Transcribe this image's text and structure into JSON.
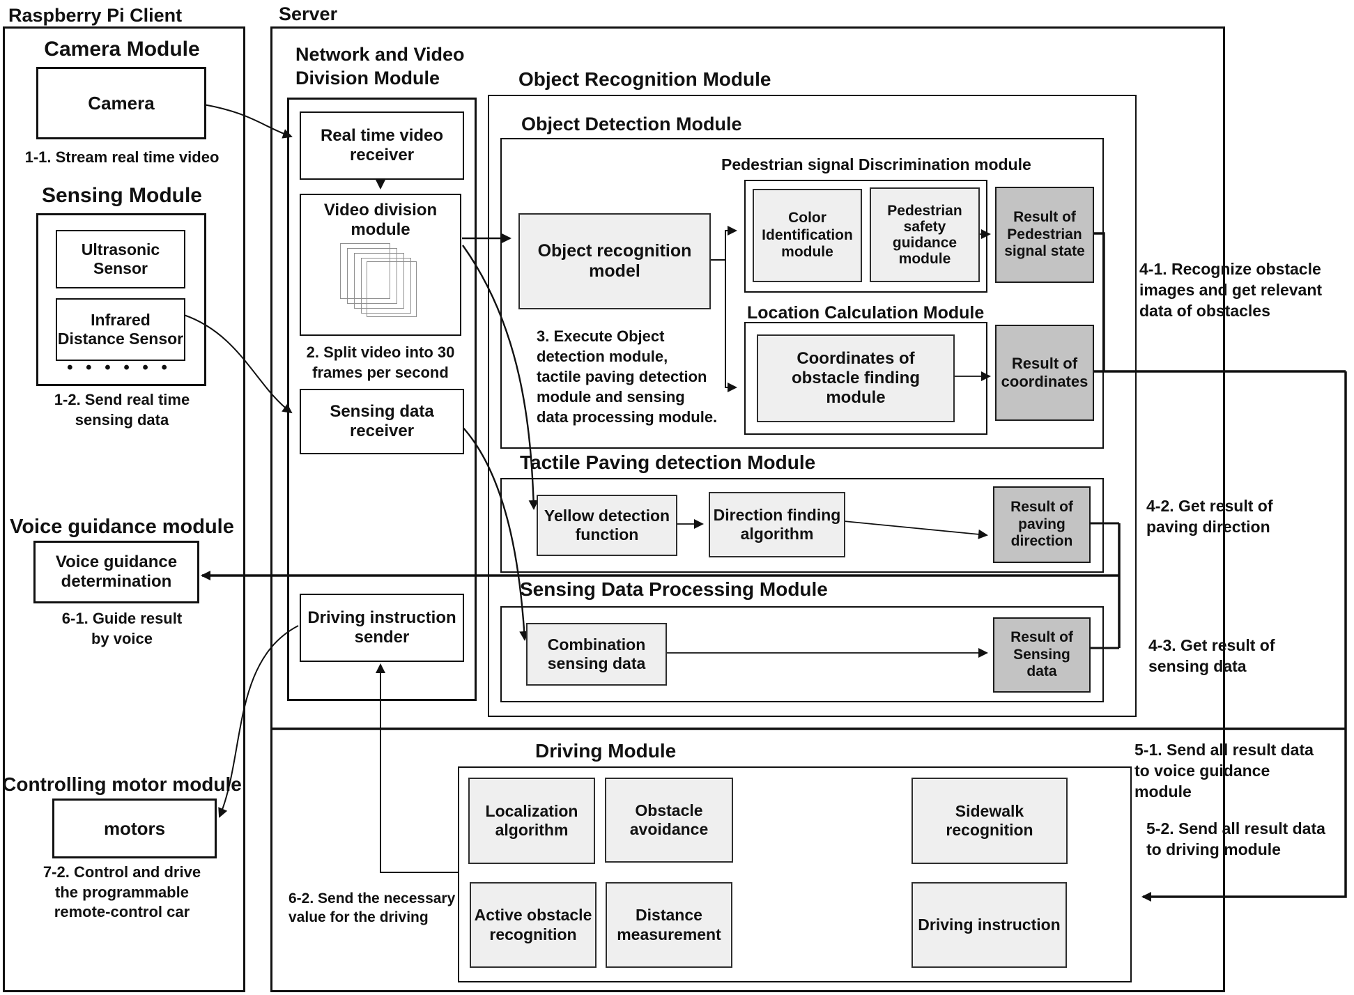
{
  "colors": {
    "line": "#111111",
    "process_fill": "#efefef",
    "result_fill": "#c3c3c3",
    "background": "#ffffff"
  },
  "client": {
    "title": "Raspberry Pi Client",
    "camera_module": {
      "heading": "Camera Module",
      "camera": "Camera",
      "note_1_1": "1-1. Stream real time video"
    },
    "sensing_module": {
      "heading": "Sensing Module",
      "ultrasonic": "Ultrasonic\nSensor",
      "infrared": "Infrared\nDistance Sensor",
      "ellipsis": "• • • • • •",
      "note_1_2": "1-2. Send real time\nsensing data"
    },
    "voice_module": {
      "heading": "Voice guidance module",
      "box": "Voice guidance\ndetermination",
      "note_6_1": "6-1. Guide result\nby voice"
    },
    "motor_module": {
      "heading": "Controlling motor module",
      "box": "motors",
      "note_7_2": "7-2. Control and drive\nthe programmable\nremote-control car"
    }
  },
  "server": {
    "title": "Server",
    "network_video_division": {
      "heading": "Network and Video\nDivision Module",
      "real_time_video_receiver": "Real time video\nreceiver",
      "video_division_module": "Video division\nmodule",
      "note_2": "2. Split video into 30\nframes per second",
      "sensing_data_receiver": "Sensing data\nreceiver",
      "driving_instruction_sender": "Driving instruction\nsender"
    },
    "object_recognition": {
      "heading": "Object  Recognition Module",
      "object_detection": {
        "heading": "Object  Detection Module",
        "model": "Object   recognition\nmodel",
        "note_3": "3. Execute   Object\ndetection module,\ntactile paving detection\nmodule and sensing\ndata processing module.",
        "pedestrian_discrimination": {
          "heading": "Pedestrian signal   Discrimination module",
          "color_identification": "Color\nIdentification\nmodule",
          "safety_guidance": "Pedestrian\nsafety\nguidance\nmodule",
          "result": "Result of\nPedestrian\nsignal state"
        },
        "location_calculation": {
          "heading": "Location Calculation Module",
          "coordinates": "Coordinates of\nobstacle finding\nmodule",
          "result": "Result of\ncoordinates"
        }
      },
      "tactile_paving": {
        "heading": "Tactile Paving detection Module",
        "yellow_detection": "Yellow detection\nfunction",
        "direction_finding": "Direction finding\nalgorithm",
        "result": "Result of\npaving\ndirection"
      },
      "sensing_data_processing": {
        "heading": "Sensing Data Processing Module",
        "combination": "Combination\nsensing data",
        "result": "Result of\nSensing\ndata"
      }
    },
    "driving": {
      "heading": "Driving Module",
      "boxes": [
        "Localization\nalgorithm",
        "Obstacle\navoidance",
        "Sidewalk recognition",
        "Active obstacle\nrecognition",
        "Distance\nmeasurement",
        "Driving instruction"
      ],
      "note_6_2": "6-2. Send the necessary\nvalue for the driving"
    }
  },
  "annotations": {
    "n4_1": "4-1. Recognize obstacle\nimages and get relevant\ndata of obstacles",
    "n4_2": "4-2. Get result of\n        paving direction",
    "n4_3": "4-3. Get result of\n        sensing data",
    "n5_1": "5-1. Send all  result data\nto voice guidance\nmodule",
    "n5_2": "5-2. Send all  result data\nto driving module"
  }
}
